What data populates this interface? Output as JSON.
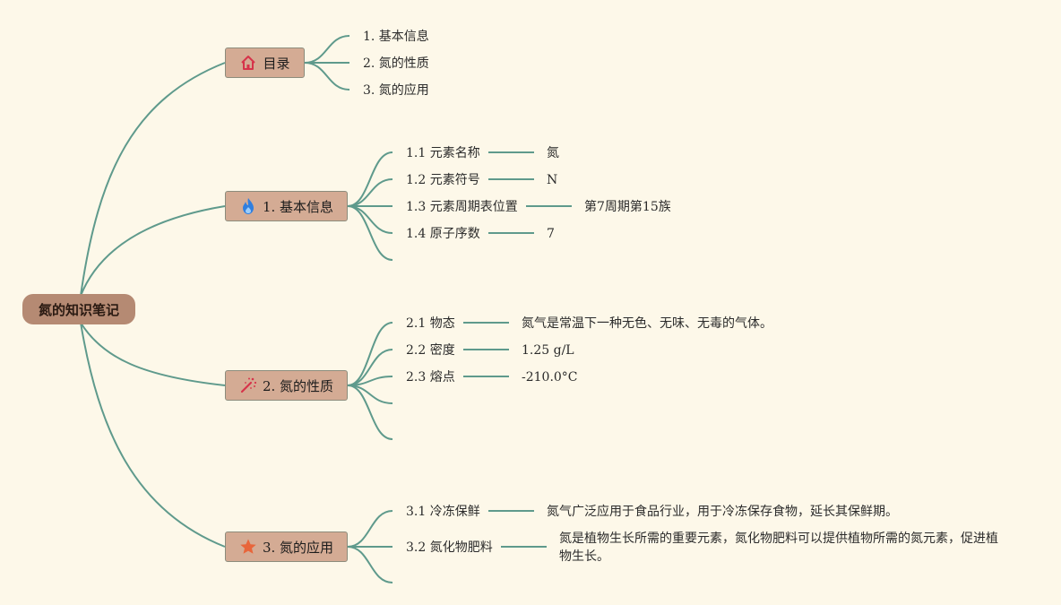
{
  "root": {
    "label": "氮的知识笔记"
  },
  "toc": {
    "label": "目录",
    "icon": "home-icon",
    "items": [
      "1. 基本信息",
      "2. 氮的性质",
      "3. 氮的应用"
    ]
  },
  "basic": {
    "label": "1. 基本信息",
    "icon": "flame-icon",
    "items": [
      {
        "key": "1.1 元素名称",
        "value": "氮"
      },
      {
        "key": "1.2 元素符号",
        "value": "N"
      },
      {
        "key": "1.3 元素周期表位置",
        "value": "第7周期第15族"
      },
      {
        "key": "1.4 原子序数",
        "value": "7"
      }
    ]
  },
  "properties": {
    "label": "2. 氮的性质",
    "icon": "magic-wand-icon",
    "items": [
      {
        "key": "2.1 物态",
        "value": "氮气是常温下一种无色、无味、无毒的气体。"
      },
      {
        "key": "2.2 密度",
        "value": "1.25 g/L"
      },
      {
        "key": "2.3 熔点",
        "value": "-210.0°C"
      }
    ]
  },
  "applications": {
    "label": "3. 氮的应用",
    "icon": "star-icon",
    "items": [
      {
        "key": "3.1 冷冻保鲜",
        "value": "氮气广泛应用于食品行业，用于冷冻保存食物，延长其保鲜期。"
      },
      {
        "key": "3.2 氮化物肥料",
        "value": "氮是植物生长所需的重要元素，氮化物肥料可以提供植物所需的氮元素，促进植物生长。"
      }
    ]
  },
  "colors": {
    "link": "#5f9a8c",
    "root": "#b58a73",
    "branch": "#d4ab94",
    "background": "#fdf8e9"
  }
}
